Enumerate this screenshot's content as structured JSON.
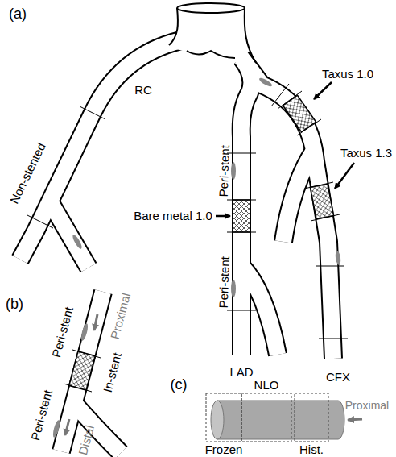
{
  "diagram": {
    "labels": [
      "(a)",
      "Non-stented",
      "RC",
      "Peri-stent",
      "Bare metal 1.0",
      "Peri-stent",
      "Taxus 1.0",
      "Taxus 1.3",
      "LAD",
      "CFX",
      "(b)",
      "Peri-stent",
      "Proximal",
      "In-stent",
      "Peri-stent",
      "Distal",
      "(c)",
      "NLO",
      "Frozen",
      "Hist.",
      "Proximal"
    ]
  }
}
